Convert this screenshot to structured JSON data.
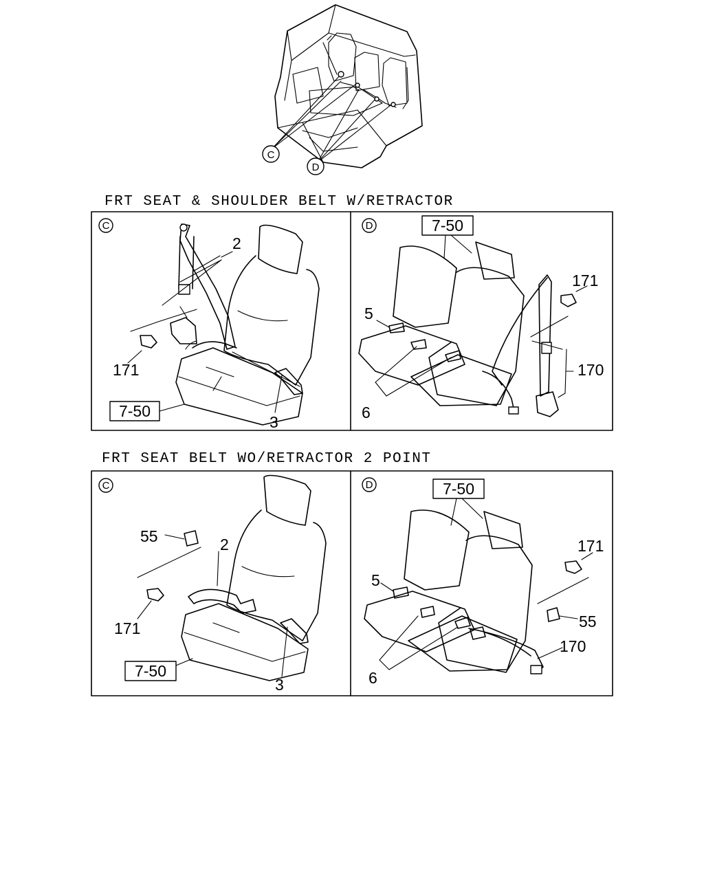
{
  "overview": {
    "callouts": [
      "C",
      "D"
    ]
  },
  "section1": {
    "title": "FRT SEAT & SHOULDER BELT W/RETRACTOR",
    "panel_c": {
      "marker": "C",
      "labels": {
        "p2": "2",
        "p171": "171",
        "p3": "3",
        "ref": "7-50"
      }
    },
    "panel_d": {
      "marker": "D",
      "labels": {
        "ref": "7-50",
        "p171": "171",
        "p5": "5",
        "p170": "170",
        "p6": "6"
      }
    }
  },
  "section2": {
    "title": "FRT SEAT BELT WO/RETRACTOR 2 POINT",
    "panel_c": {
      "marker": "C",
      "labels": {
        "p55": "55",
        "p2": "2",
        "p171": "171",
        "ref": "7-50",
        "p3": "3"
      }
    },
    "panel_d": {
      "marker": "D",
      "labels": {
        "ref": "7-50",
        "p171": "171",
        "p5": "5",
        "p55": "55",
        "p170": "170",
        "p6": "6"
      }
    }
  }
}
